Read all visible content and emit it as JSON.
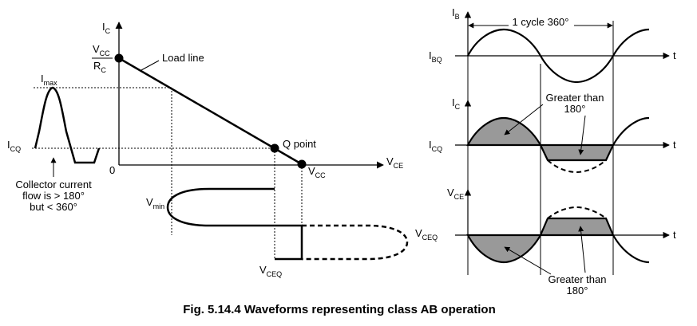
{
  "caption": "Fig. 5.14.4 Waveforms representing class AB operation",
  "left_graph": {
    "ic_axis": {
      "main": "I",
      "sub": "C"
    },
    "vce_axis": {
      "main": "V",
      "sub": "CE"
    },
    "origin": "0",
    "vcc_over_rc": {
      "num_main": "V",
      "num_sub": "CC",
      "den_main": "R",
      "den_sub": "C"
    },
    "load_line": "Load line",
    "q_point": "Q point",
    "vcc_label": {
      "main": "V",
      "sub": "CC"
    },
    "imax": {
      "main": "I",
      "sub": "max"
    },
    "icq": {
      "main": "I",
      "sub": "CQ"
    },
    "vmin": {
      "main": "V",
      "sub": "min"
    },
    "vceq": {
      "main": "V",
      "sub": "CEQ"
    },
    "collector_note": [
      "Collector current",
      "flow is > 180°",
      "but < 360°"
    ]
  },
  "right_graphs": {
    "cycle_label": "1 cycle 360°",
    "ib": {
      "axis_main": "I",
      "axis_sub": "B",
      "baseline_main": "I",
      "baseline_sub": "BQ",
      "t": "t"
    },
    "ic": {
      "axis_main": "I",
      "axis_sub": "C",
      "baseline_main": "I",
      "baseline_sub": "CQ",
      "t": "t",
      "note": [
        "Greater than",
        "180°"
      ]
    },
    "vce": {
      "axis_main": "V",
      "axis_sub": "CE",
      "baseline_main": "V",
      "baseline_sub": "CEQ",
      "t": "t",
      "note": [
        "Greater than",
        "180°"
      ]
    }
  },
  "colors": {
    "ink": "#000000",
    "fill": "#999999"
  }
}
